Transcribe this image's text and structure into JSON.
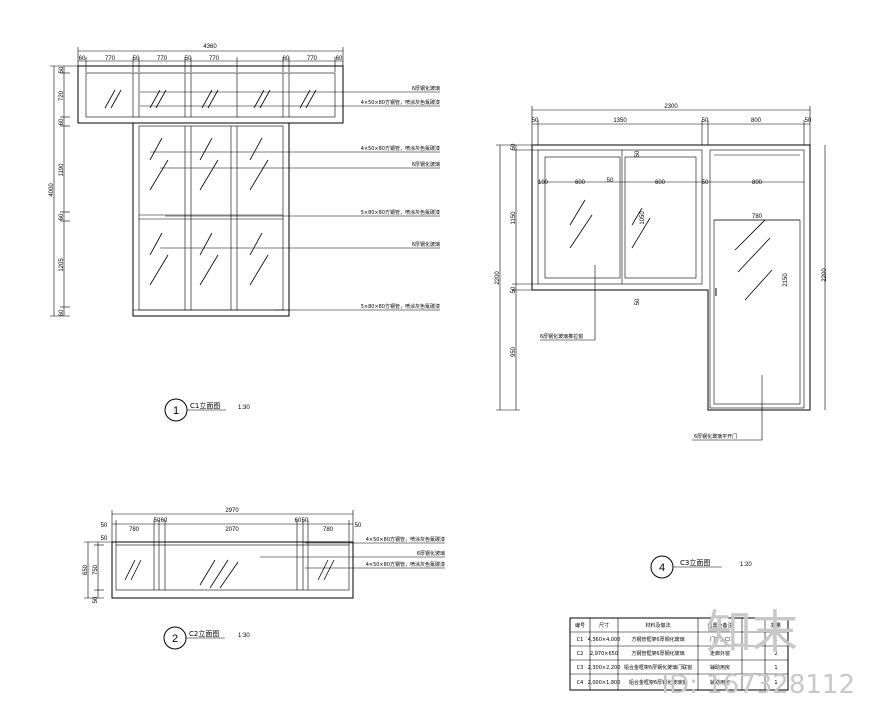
{
  "watermark": {
    "brand": "知末",
    "id": "ID: 167328112"
  },
  "c1": {
    "total_width": "4360",
    "top_dims": [
      "60",
      "770",
      "50",
      "770",
      "50",
      "770",
      "60",
      "770",
      "60"
    ],
    "left_dims": [
      "50",
      "720",
      "60",
      "1190",
      "60",
      "1205",
      "60"
    ],
    "total_height": "4000",
    "notes": [
      "6厚钢化玻璃",
      "4×50×80方钢管，喷涂灰色氟碳漆",
      "4×50×80方钢管，喷涂灰色氟碳漆",
      "6厚钢化玻璃",
      "5×80×80方钢管，喷涂灰色氟碳漆",
      "6厚钢化玻璃",
      "5×80×80方钢管，喷涂灰色氟碳漆"
    ],
    "label_num": "1",
    "label_text": "C1立面图",
    "scale": "1:30"
  },
  "c2": {
    "total_width": "2970",
    "top_dims": [
      "50",
      "780",
      "50",
      "60",
      "2070",
      "60",
      "50",
      "780",
      "50"
    ],
    "left_dims": [
      "50",
      "650",
      "750",
      "50"
    ],
    "notes": [
      "4×50×80方钢管，喷涂灰色氟碳漆",
      "6厚钢化玻璃",
      "4×50×80方钢管，喷涂灰色氟碳漆"
    ],
    "label_num": "2",
    "label_text": "C2立面图",
    "scale": "1:30"
  },
  "c3": {
    "total_width": "2300",
    "top_dims": [
      "50",
      "1350",
      "50",
      "800",
      "50"
    ],
    "inner_dims": [
      "100",
      "600",
      "50",
      "600",
      "50",
      "800"
    ],
    "door_inner": "780",
    "left_dims": [
      "50",
      "1150",
      "2200",
      "50",
      "950"
    ],
    "mid_dims": [
      "1050",
      "50",
      "50"
    ],
    "right_dims": [
      "2150",
      "2200"
    ],
    "notes": [
      "6厚钢化玻璃推拉窗",
      "6厚钢化玻璃平开门"
    ],
    "label_num": "4",
    "label_text": "C3立面图",
    "scale": "1:20"
  },
  "table": {
    "rows": [
      [
        "编号",
        "尺寸",
        "材料及做法",
        "位置及备注",
        "",
        "数量"
      ],
      [
        "C1",
        "4,360×4,000",
        "方钢管框架6厚钢化玻璃",
        "门厅入口",
        "",
        "1"
      ],
      [
        "C2",
        "2,970×650",
        "方钢管框架6厚钢化玻璃",
        "走廊外窗",
        "",
        "2"
      ],
      [
        "C3",
        "2,300×2,200",
        "铝合金框架6厚钢化玻璃门联窗",
        "辅助用房",
        "",
        "1"
      ],
      [
        "C4",
        "2,000×1,800",
        "铝合金框架6厚钢化玻璃窗",
        "辅助用房",
        "",
        "1"
      ]
    ]
  }
}
